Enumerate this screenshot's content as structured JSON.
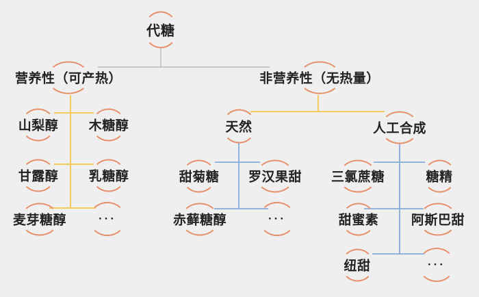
{
  "colors": {
    "bg": "#F0EFEF",
    "text": "#222222",
    "arc": "#E6906A",
    "warm": "#F5C44B",
    "cool": "#87ABDB",
    "gray": "#B9B9B9"
  },
  "tree": {
    "root": {
      "label": "代糖",
      "branches": [
        {
          "label": "营养性（可产热）",
          "children": [
            "山梨醇",
            "木糖醇",
            "甘露醇",
            "乳糖醇",
            "麦芽糖醇",
            "···"
          ]
        },
        {
          "label": "非营养性（无热量）",
          "children": [
            {
              "label": "天然",
              "children": [
                "甜菊糖",
                "罗汉果甜",
                "赤藓糖醇",
                "···"
              ]
            },
            {
              "label": "人工合成",
              "children": [
                "三氯蔗糖",
                "糖精",
                "甜蜜素",
                "阿斯巴甜",
                "纽甜",
                "···"
              ]
            }
          ]
        }
      ]
    }
  }
}
